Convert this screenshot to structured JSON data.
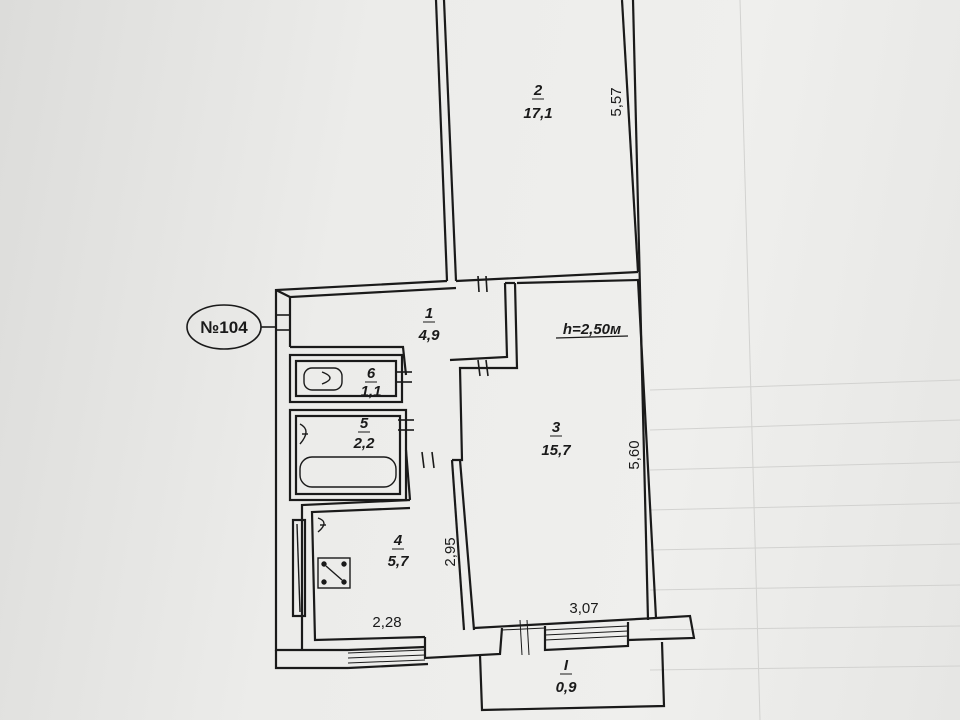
{
  "apartment": {
    "code": "№104",
    "ceiling_height": "h=2,50м"
  },
  "rooms": [
    {
      "id": "room-2",
      "number": "2",
      "area": "17,1"
    },
    {
      "id": "room-1",
      "number": "1",
      "area": "4,9"
    },
    {
      "id": "room-6",
      "number": "6",
      "area": "1,1"
    },
    {
      "id": "room-5",
      "number": "5",
      "area": "2,2"
    },
    {
      "id": "room-3",
      "number": "3",
      "area": "15,7"
    },
    {
      "id": "room-4",
      "number": "4",
      "area": "5,7"
    },
    {
      "id": "balcony",
      "number": "I",
      "area": "0,9"
    }
  ],
  "dimensions": {
    "room2_length": "5,57",
    "room3_length": "5,60",
    "room4_length": "2,95",
    "room4_width": "2,28",
    "room3_width": "3,07"
  }
}
